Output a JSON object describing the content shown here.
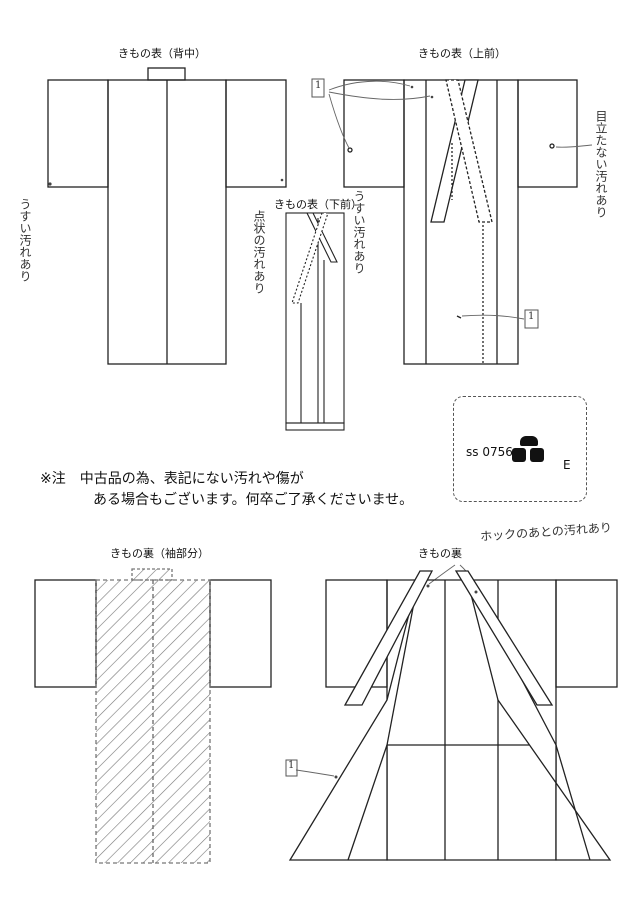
{
  "labels": {
    "front_back": "きもの表（背中）",
    "front_upper": "きもの表（上前）",
    "front_lower": "きもの表（下前）",
    "lining_sleeve": "きもの裏（袖部分）",
    "lining": "きもの裏"
  },
  "handwritten": {
    "left_sleeve_note": "うすい汚れあり",
    "lower_dots_note": "点状の汚れあり",
    "lower_thin_note": "うすい汚れあり",
    "upper_right_note": "目立たない汚れあり",
    "hook_note": "ホックのあとの汚れあり"
  },
  "tags": {
    "tag_a": "1",
    "tag_b": "1",
    "tag_c": "1"
  },
  "notice": {
    "line1": "※注　中古品の為、表記にない汚れや傷が",
    "line2": "ある場合もございます。何卒ご了承くださいませ。"
  },
  "stock": {
    "code": "ss 0756",
    "suffix": "E"
  },
  "colors": {
    "line": "#222222",
    "pencil": "#555555",
    "hatch": "#777777"
  }
}
